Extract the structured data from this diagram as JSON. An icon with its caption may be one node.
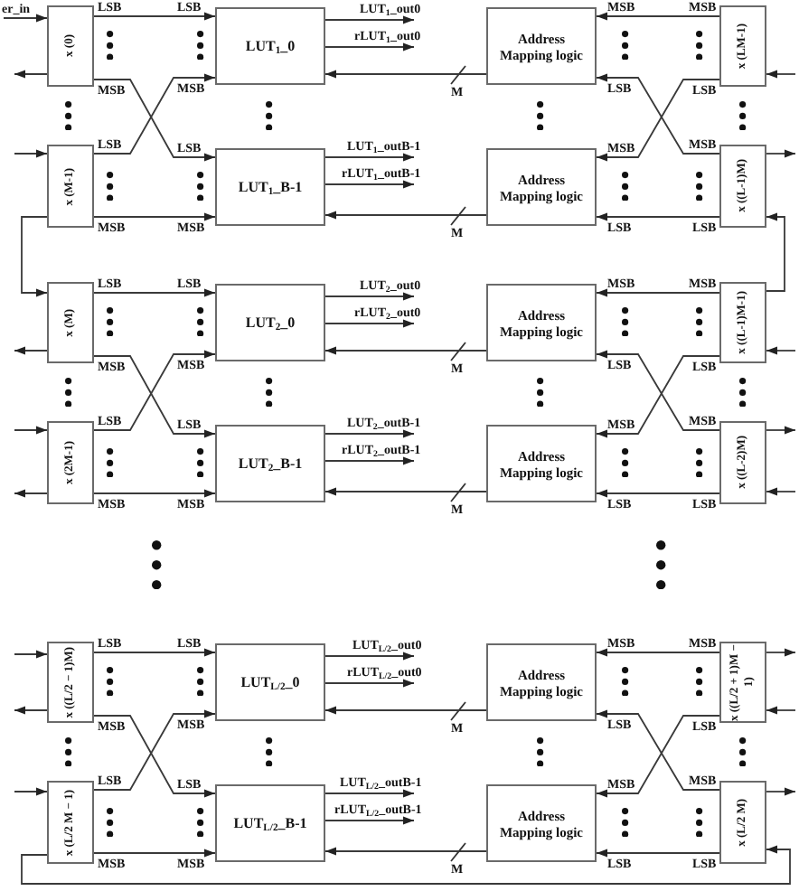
{
  "diagram": {
    "nodes": [
      {
        "text": [
          "er_in"
        ]
      },
      {
        "text": [
          "x (0)"
        ]
      },
      {
        "text": [
          "LUT$_{1}$_0"
        ]
      },
      {
        "text": [
          "Address Mapping logic"
        ]
      },
      {
        "text": [
          "x (LM-1)"
        ]
      },
      {
        "text": [
          "x (M-1)"
        ]
      },
      {
        "text": [
          "LUT$_{1}$_B-1"
        ]
      },
      {
        "text": [
          "Address Mapping logic"
        ]
      },
      {
        "text": [
          "x ((L-1)M)"
        ]
      },
      {
        "text": [
          "x (M)"
        ]
      },
      {
        "text": [
          "LUT$_{2}$_0"
        ]
      },
      {
        "text": [
          "Address Mapping logic"
        ]
      },
      {
        "text": [
          "x ((L-1)M-1)"
        ]
      },
      {
        "text": [
          "x (2M-1)"
        ]
      },
      {
        "text": [
          "LUT$_{2}$_B-1"
        ]
      },
      {
        "text": [
          "Address Mapping logic"
        ]
      },
      {
        "text": [
          "x ((L-2)M)"
        ]
      },
      {
        "text": [
          "x ((L/2 − 1)M)"
        ]
      },
      {
        "text": [
          "LUT$_{L/2}$_0"
        ]
      },
      {
        "text": [
          "Address Mapping logic"
        ]
      },
      {
        "text": [
          "x ((L/2 + 1)M − 1)"
        ]
      },
      {
        "text": [
          "x (L/2 M − 1)"
        ]
      },
      {
        "text": [
          "LUT$_{L/2}$_B-1"
        ]
      },
      {
        "text": [
          "Address Mapping logic"
        ]
      },
      {
        "text": [
          "x (L/2 M)"
        ]
      }
    ],
    "edges": [
      {
        "from": 0,
        "to": 1,
        "arrow": "to"
      },
      {
        "from": 1,
        "to": 2,
        "arrow": "to"
      },
      {
        "from": 1,
        "to": 6,
        "arrow": "to"
      },
      {
        "from": 5,
        "to": 2,
        "arrow": "to"
      },
      {
        "from": 5,
        "to": 6,
        "arrow": "to"
      },
      {
        "from": 2,
        "to": null,
        "arrow": "to",
        "label": "LUT$_{1}$_out0"
      },
      {
        "from": 2,
        "to": null,
        "arrow": "to",
        "label": "rLUT$_{1}$_out0"
      },
      {
        "from": 3,
        "to": 2,
        "arrow": "to",
        "label": "M"
      },
      {
        "from": 6,
        "to": null,
        "arrow": "to",
        "label": "LUT$_{1}$_outB-1"
      },
      {
        "from": 6,
        "to": null,
        "arrow": "to",
        "label": "rLUT$_{1}$_outB-1"
      },
      {
        "from": 7,
        "to": 6,
        "arrow": "to",
        "label": "M"
      },
      {
        "from": 4,
        "to": 3,
        "arrow": "to"
      },
      {
        "from": 8,
        "to": 3,
        "arrow": "to"
      },
      {
        "from": 4,
        "to": 7,
        "arrow": "to"
      },
      {
        "from": 8,
        "to": 7,
        "arrow": "to"
      },
      {
        "from": 1,
        "to": null,
        "arrow": "to"
      },
      {
        "from": null,
        "to": 5,
        "arrow": "to"
      },
      {
        "from": 5,
        "to": 9,
        "arrow": "to"
      },
      {
        "from": null,
        "to": 4,
        "arrow": "to"
      },
      {
        "from": 8,
        "to": null,
        "arrow": "to"
      },
      {
        "from": 12,
        "to": 8,
        "arrow": "to"
      },
      {
        "from": 9,
        "to": 10,
        "arrow": "to"
      },
      {
        "from": 9,
        "to": 14,
        "arrow": "to"
      },
      {
        "from": 13,
        "to": 10,
        "arrow": "to"
      },
      {
        "from": 13,
        "to": 14,
        "arrow": "to"
      },
      {
        "from": 10,
        "to": null,
        "arrow": "to",
        "label": "LUT$_{2}$_out0"
      },
      {
        "from": 10,
        "to": null,
        "arrow": "to",
        "label": "rLUT$_{2}$_out0"
      },
      {
        "from": 11,
        "to": 10,
        "arrow": "to",
        "label": "M"
      },
      {
        "from": 14,
        "to": null,
        "arrow": "to",
        "label": "LUT$_{2}$_outB-1"
      },
      {
        "from": 14,
        "to": null,
        "arrow": "to",
        "label": "rLUT$_{2}$_outB-1"
      },
      {
        "from": 15,
        "to": 14,
        "arrow": "to",
        "label": "M"
      },
      {
        "from": 12,
        "to": 11,
        "arrow": "to"
      },
      {
        "from": 16,
        "to": 11,
        "arrow": "to"
      },
      {
        "from": 12,
        "to": 15,
        "arrow": "to"
      },
      {
        "from": 16,
        "to": 15,
        "arrow": "to"
      },
      {
        "from": 9,
        "to": null,
        "arrow": "to"
      },
      {
        "from": null,
        "to": 13,
        "arrow": "to"
      },
      {
        "from": 13,
        "to": null,
        "arrow": "to"
      },
      {
        "from": null,
        "to": 12,
        "arrow": "to"
      },
      {
        "from": 16,
        "to": null,
        "arrow": "to"
      },
      {
        "from": null,
        "to": 16,
        "arrow": "to"
      },
      {
        "from": 17,
        "to": 18,
        "arrow": "to"
      },
      {
        "from": 17,
        "to": 22,
        "arrow": "to"
      },
      {
        "from": 21,
        "to": 18,
        "arrow": "to"
      },
      {
        "from": 21,
        "to": 22,
        "arrow": "to"
      },
      {
        "from": 18,
        "to": null,
        "arrow": "to",
        "label": "LUT$_{L/2}$_out0"
      },
      {
        "from": 18,
        "to": null,
        "arrow": "to",
        "label": "rLUT$_{L/2}$_out0"
      },
      {
        "from": 19,
        "to": 18,
        "arrow": "to",
        "label": "M"
      },
      {
        "from": 22,
        "to": null,
        "arrow": "to",
        "label": "LUT$_{L/2}$_outB-1"
      },
      {
        "from": 22,
        "to": null,
        "arrow": "to",
        "label": "rLUT$_{L/2}$_outB-1"
      },
      {
        "from": 23,
        "to": 22,
        "arrow": "to",
        "label": "M"
      },
      {
        "from": 20,
        "to": 19,
        "arrow": "to"
      },
      {
        "from": 24,
        "to": 19,
        "arrow": "to"
      },
      {
        "from": 20,
        "to": 23,
        "arrow": "to"
      },
      {
        "from": 24,
        "to": 23,
        "arrow": "to"
      },
      {
        "from": null,
        "to": 17,
        "arrow": "to"
      },
      {
        "from": 17,
        "to": null,
        "arrow": "to"
      },
      {
        "from": null,
        "to": 21,
        "arrow": "to"
      },
      {
        "from": 21,
        "to": 24,
        "arrow": "to"
      },
      {
        "from": 20,
        "to": null,
        "arrow": "to"
      },
      {
        "from": null,
        "to": 20,
        "arrow": "to"
      },
      {
        "from": 24,
        "to": null,
        "arrow": "to"
      }
    ],
    "labels": [
      "LSB",
      "LSB",
      "MSB",
      "MSB",
      "MSB",
      "MSB",
      "LSB",
      "LSB",
      "LSB",
      "LSB",
      "MSB",
      "MSB",
      "MSB",
      "MSB",
      "LSB",
      "LSB",
      "LSB",
      "LSB",
      "MSB",
      "MSB",
      "MSB",
      "MSB",
      "LSB",
      "LSB",
      "LSB",
      "LSB",
      "MSB",
      "MSB",
      "MSB",
      "MSB",
      "LSB",
      "LSB",
      "LSB",
      "LSB",
      "MSB",
      "MSB",
      "MSB",
      "MSB",
      "LSB",
      "LSB",
      "LSB",
      "LSB",
      "MSB",
      "MSB",
      "MSB",
      "MSB",
      "LSB",
      "LSB"
    ]
  }
}
